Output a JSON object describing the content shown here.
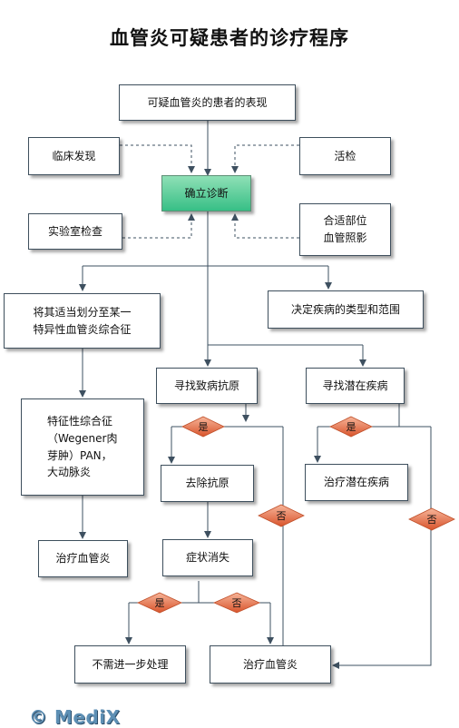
{
  "title": "血管炎可疑患者的诊疗程序",
  "nodes": {
    "suspect": "可疑血管炎的患者的表现",
    "clinical": "临床发现",
    "biopsy": "活检",
    "diagnose": "确立诊断",
    "lab": "实验室检查",
    "angio": "合适部位\n血管照影",
    "classify": "将其适当划分至某一\n特异性血管炎综合征",
    "determine": "决定疾病的类型和范围",
    "find_antigen": "寻找致病抗原",
    "find_disease": "寻找潜在疾病",
    "special": "特征性综合征\n（Wegener肉\n芽肿）PAN，\n大动脉炎",
    "remove_antigen": "去除抗原",
    "treat_disease": "治疗潜在疾病",
    "treat_left": "治疗血管炎",
    "symptoms_gone": "症状消失",
    "no_further": "不需进一步处理",
    "treat_bottom": "治疗血管炎"
  },
  "decisions": {
    "yes1": "是",
    "yes2": "是",
    "no1": "否",
    "no2": "否",
    "yes3": "是",
    "no3": "否"
  },
  "watermark": "© MediX"
}
